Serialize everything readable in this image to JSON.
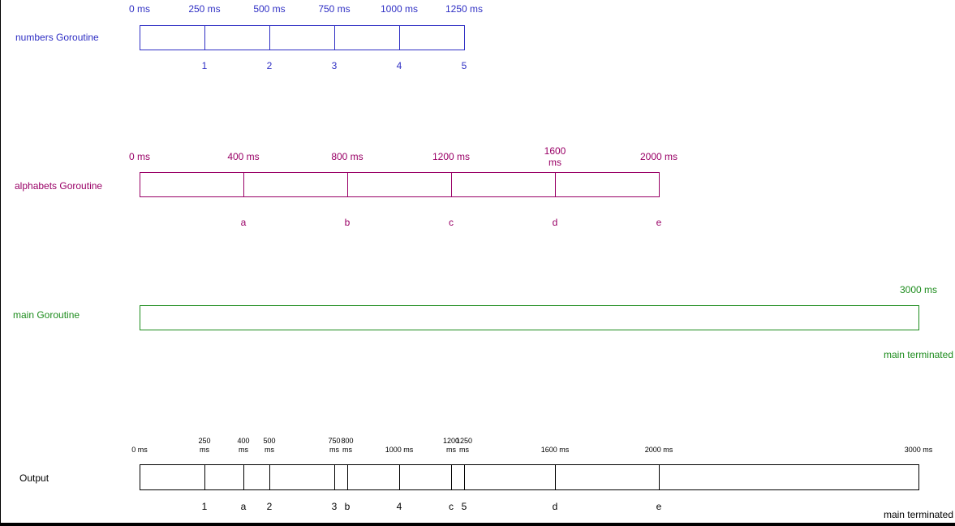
{
  "colors": {
    "numbers": "#2f2fc4",
    "alphabets": "#990066",
    "main": "#1d8c1d",
    "output": "#000000"
  },
  "lanes": [
    {
      "id": "numbers",
      "label": "numbers  Goroutine",
      "color_key": "numbers",
      "ticks": [
        {
          "t": 0,
          "label": "0 ms"
        },
        {
          "t": 250,
          "label": "250 ms"
        },
        {
          "t": 500,
          "label": "500 ms"
        },
        {
          "t": 750,
          "label": "750 ms"
        },
        {
          "t": 1000,
          "label": "1000 ms"
        },
        {
          "t": 1250,
          "label": "1250 ms"
        }
      ],
      "end": 1250,
      "dividers": [
        250,
        500,
        750,
        1000
      ],
      "events": [
        {
          "t": 250,
          "label": "1"
        },
        {
          "t": 500,
          "label": "2"
        },
        {
          "t": 750,
          "label": "3"
        },
        {
          "t": 1000,
          "label": "4"
        },
        {
          "t": 1250,
          "label": "5"
        }
      ]
    },
    {
      "id": "alphabets",
      "label": "alphabets Goroutine",
      "color_key": "alphabets",
      "ticks": [
        {
          "t": 0,
          "label": "0 ms"
        },
        {
          "t": 400,
          "label": "400 ms"
        },
        {
          "t": 800,
          "label": "800 ms"
        },
        {
          "t": 1200,
          "label": "1200 ms"
        },
        {
          "t": 1600,
          "label": "1600\nms"
        },
        {
          "t": 2000,
          "label": "2000 ms"
        }
      ],
      "end": 2000,
      "dividers": [
        400,
        800,
        1200,
        1600
      ],
      "events": [
        {
          "t": 400,
          "label": "a"
        },
        {
          "t": 800,
          "label": "b"
        },
        {
          "t": 1200,
          "label": "c"
        },
        {
          "t": 1600,
          "label": "d"
        },
        {
          "t": 2000,
          "label": "e"
        }
      ]
    },
    {
      "id": "main",
      "label": "main Goroutine",
      "color_key": "main",
      "ticks": [
        {
          "t": 3000,
          "label": "3000 ms"
        }
      ],
      "end": 3000,
      "dividers": [],
      "events": [],
      "note": "main terminated"
    },
    {
      "id": "output",
      "label": "Output",
      "color_key": "output",
      "ticks": [
        {
          "t": 0,
          "label": "0 ms"
        },
        {
          "t": 250,
          "label": "250\nms"
        },
        {
          "t": 400,
          "label": "400\nms"
        },
        {
          "t": 500,
          "label": "500\nms"
        },
        {
          "t": 750,
          "label": "750\nms"
        },
        {
          "t": 800,
          "label": "800\nms"
        },
        {
          "t": 1000,
          "label": "1000 ms"
        },
        {
          "t": 1200,
          "label": "1200\nms"
        },
        {
          "t": 1250,
          "label": "1250\nms"
        },
        {
          "t": 1600,
          "label": "1600 ms"
        },
        {
          "t": 2000,
          "label": "2000 ms"
        },
        {
          "t": 3000,
          "label": "3000 ms"
        }
      ],
      "end": 3000,
      "dividers": [
        250,
        400,
        500,
        750,
        800,
        1000,
        1200,
        1250,
        1600,
        2000
      ],
      "events": [
        {
          "t": 250,
          "label": "1"
        },
        {
          "t": 400,
          "label": "a"
        },
        {
          "t": 500,
          "label": "2"
        },
        {
          "t": 750,
          "label": "3"
        },
        {
          "t": 800,
          "label": "b"
        },
        {
          "t": 1000,
          "label": "4"
        },
        {
          "t": 1200,
          "label": "c"
        },
        {
          "t": 1250,
          "label": "5"
        },
        {
          "t": 1600,
          "label": "d"
        },
        {
          "t": 2000,
          "label": "e"
        }
      ],
      "note": "main terminated"
    }
  ]
}
